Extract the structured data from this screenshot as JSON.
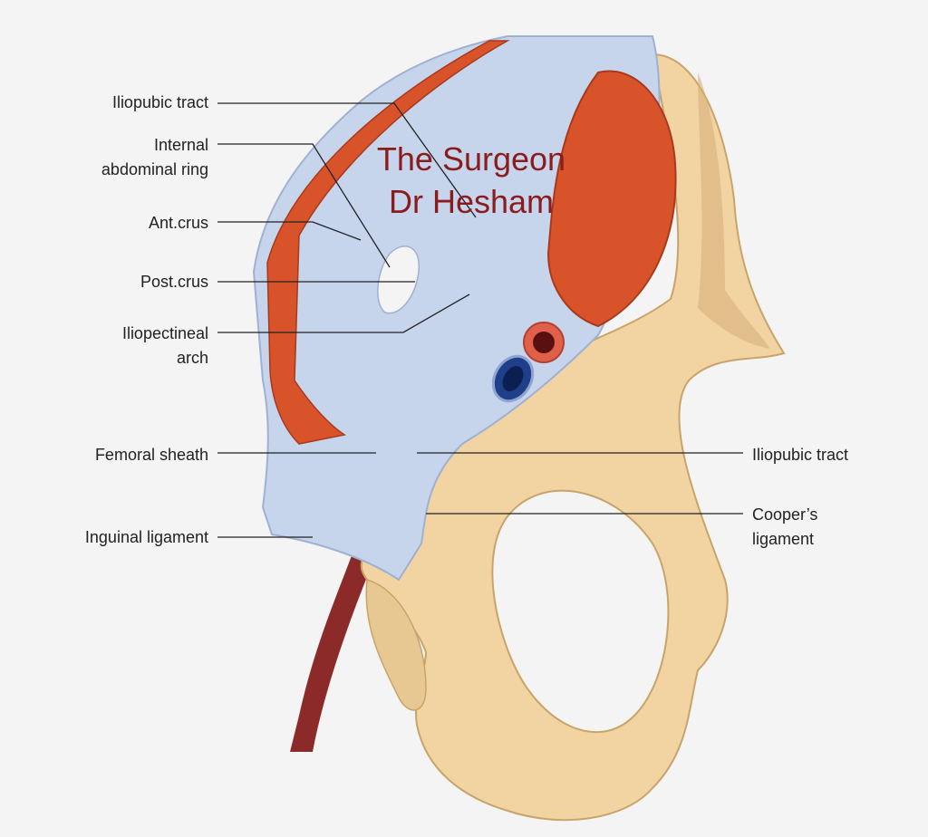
{
  "watermark": {
    "line1": "The Surgeon",
    "line2": "Dr Hesham"
  },
  "labels_left": {
    "iliopubic_tract": "Iliopubic tract",
    "internal_ring_1": "Internal",
    "internal_ring_2": "abdominal ring",
    "ant_crus": "Ant.crus",
    "post_crus": "Post.crus",
    "iliopectineal_1": "Iliopectineal",
    "iliopectineal_2": "arch",
    "femoral_sheath": "Femoral sheath",
    "inguinal_ligament": "Inguinal ligament"
  },
  "labels_right": {
    "iliopubic_tract": "Iliopubic tract",
    "coopers_1": "Cooper’s",
    "coopers_2": "ligament"
  },
  "colors": {
    "bone": "#f1d4a2",
    "fascia": "#c6d4ec",
    "muscle": "#d9532a",
    "artery": "#e0604a",
    "vein": "#1f3f8a",
    "watermark": "#8a1c1c"
  }
}
